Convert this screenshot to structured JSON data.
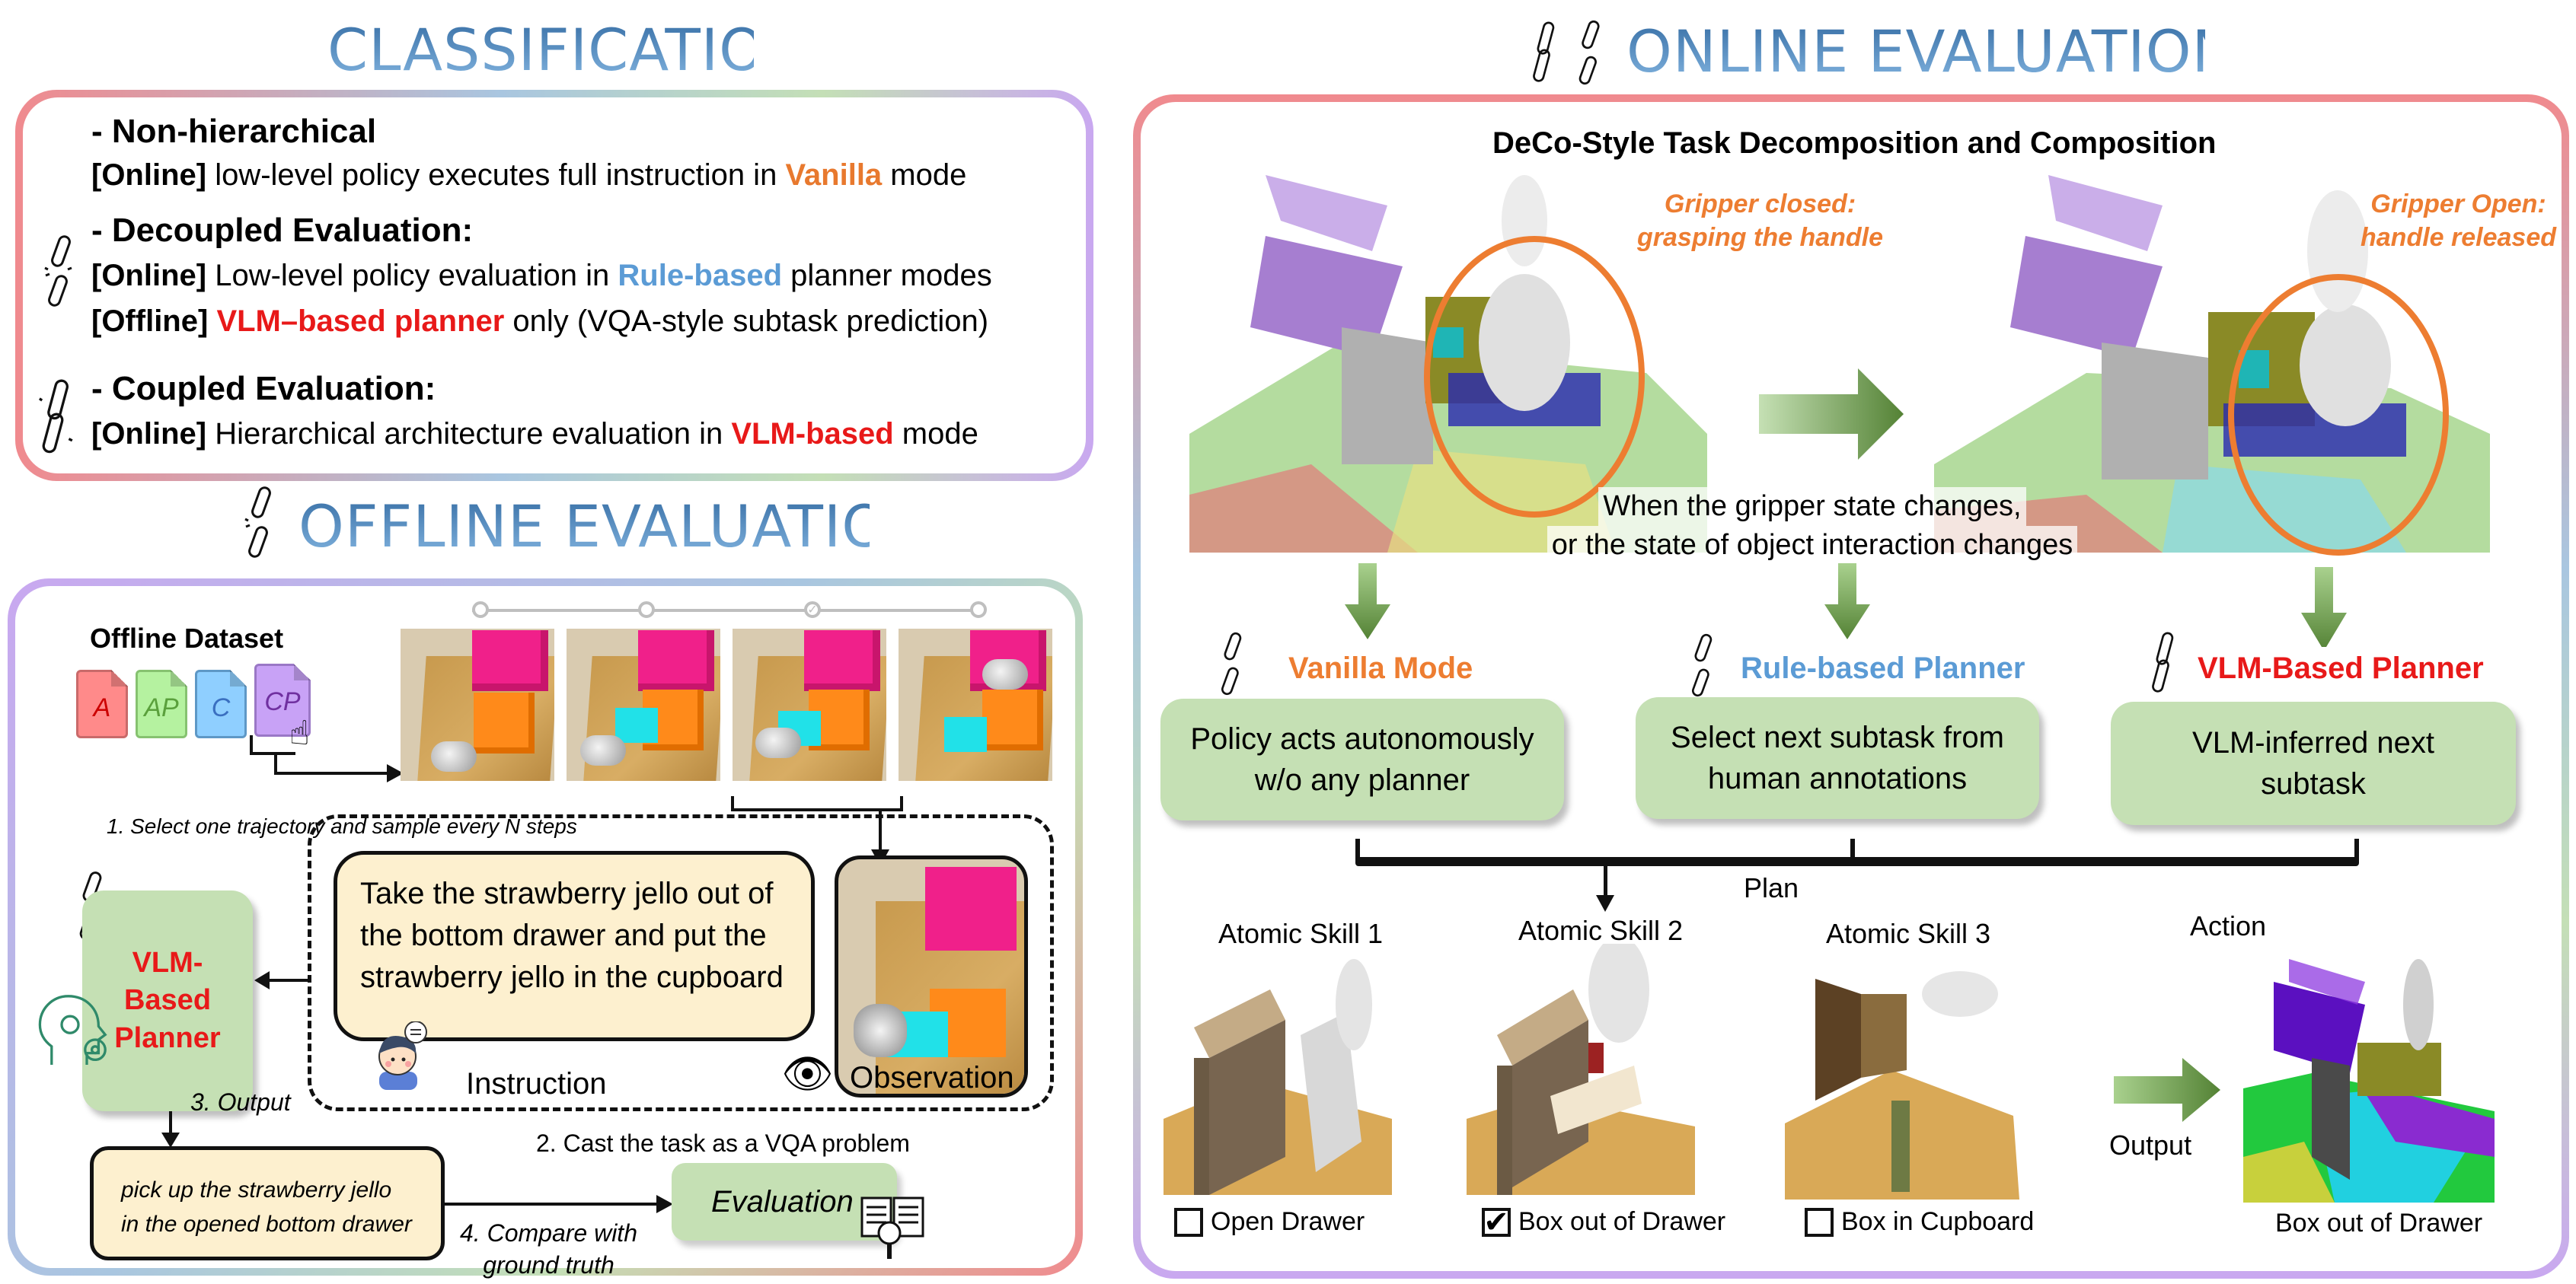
{
  "classification": {
    "title": "CLASSIFICATION",
    "non_hierarchical": {
      "heading": "- Non-hierarchical",
      "tag": "[Online]",
      "text_before": " low-level policy executes full instruction in ",
      "highlight": "Vanilla",
      "text_after": " mode"
    },
    "decoupled": {
      "heading": "- Decoupled Evaluation:",
      "line1": {
        "tag": "[Online]",
        "text_before": " Low-level policy evaluation in ",
        "highlight": "Rule-based",
        "text_after": "  planner modes"
      },
      "line2": {
        "tag": "[Offline]",
        "text_before": " ",
        "highlight": "VLM–based planner",
        "text_after": " only (VQA-style subtask prediction)"
      }
    },
    "coupled": {
      "heading": "- Coupled Evaluation:",
      "tag": "[Online]",
      "text_before": " Hierarchical architecture evaluation in ",
      "highlight": "VLM-based",
      "text_after": " mode"
    }
  },
  "offline": {
    "title": "OFFLINE EVALUATION",
    "dataset_label": "Offline Dataset",
    "files": [
      {
        "label": "A",
        "fill": "#ff8a8a",
        "border": "#c96a6a",
        "text": "#cc0000"
      },
      {
        "label": "AP",
        "fill": "#b5f2a0",
        "border": "#86c270",
        "text": "#5aa03c"
      },
      {
        "label": "C",
        "fill": "#8fcfff",
        "border": "#5e98c6",
        "text": "#3a6fc0"
      },
      {
        "label": "CP",
        "fill": "#c8a2f6",
        "border": "#9a78c6",
        "text": "#7030a0"
      }
    ],
    "step1": "1. Select one trajectory and sample every N steps",
    "instruction_text": "Take the strawberry jello out of the bottom drawer and put the strawberry jello in the cupboard",
    "instruction_label": "Instruction",
    "observation_label": "Observation",
    "planner_label": [
      "VLM-",
      "Based",
      "Planner"
    ],
    "step2": "2. Cast the task as a VQA problem",
    "step3": "3. Output",
    "output_text": "pick up the strawberry jello in the opened bottom drawer",
    "step4": [
      "4. Compare with",
      "ground truth"
    ],
    "evaluation_label": "Evaluation"
  },
  "online": {
    "title": "ONLINE EVALUATION",
    "subtitle": "DeCo-Style Task Decomposition and Composition",
    "gripper_closed": [
      "Gripper closed:",
      "grasping the handle"
    ],
    "gripper_open": [
      "Gripper Open:",
      "handle released"
    ],
    "state_change": [
      "When the gripper state changes,",
      "or the state of object interaction changes"
    ],
    "modes": [
      {
        "label": "Vanilla Mode",
        "color": "#ed7d31",
        "desc": [
          "Policy acts autonomously",
          "w/o any planner"
        ]
      },
      {
        "label": "Rule-based Planner",
        "color": "#5b9bd5",
        "desc": [
          "Select next subtask from",
          "human annotations"
        ]
      },
      {
        "label": "VLM-Based Planner",
        "color": "#e81919",
        "desc": [
          "VLM-inferred next",
          "subtask"
        ]
      }
    ],
    "plan_label": "Plan",
    "skills": [
      {
        "title": "Atomic Skill 1",
        "check_label": "Open Drawer",
        "checked": false
      },
      {
        "title": "Atomic Skill 2",
        "check_label": "Box out of Drawer",
        "checked": true
      },
      {
        "title": "Atomic Skill 3",
        "check_label": "Box in Cupboard",
        "checked": false
      }
    ],
    "output_label": "Output",
    "action_title": "Action",
    "action_caption": "Box out of Drawer"
  }
}
